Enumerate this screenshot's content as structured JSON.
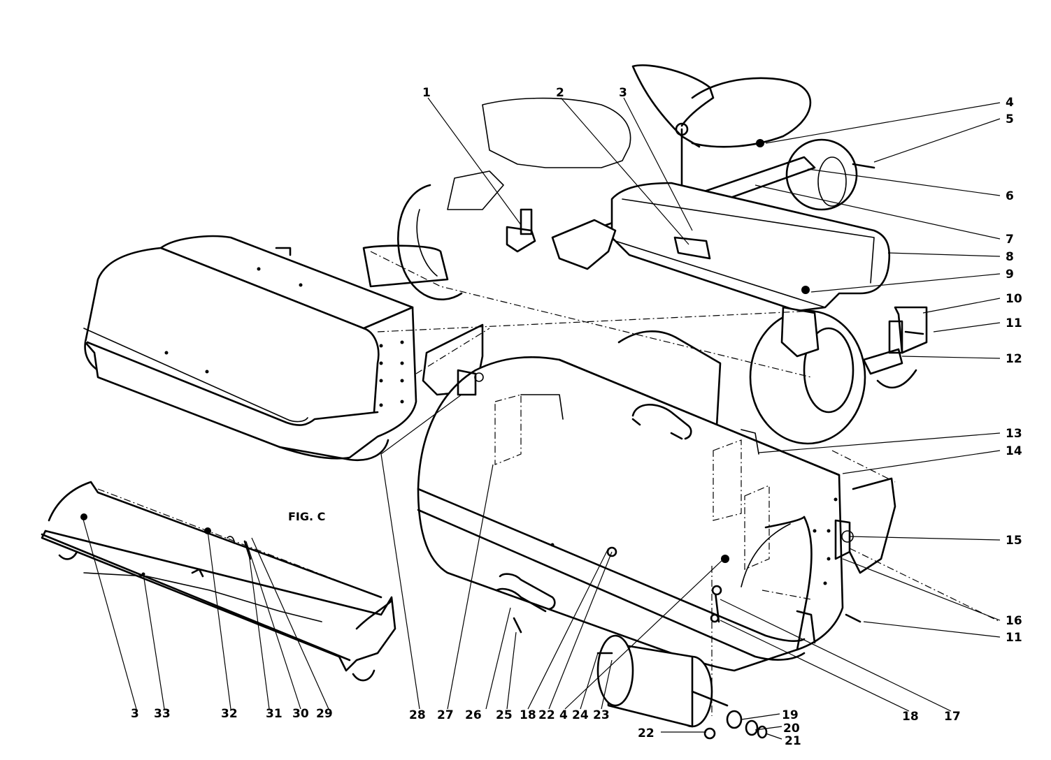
{
  "figure": {
    "title": "FIG. C"
  },
  "callouts": {
    "c1": "1",
    "c2": "2",
    "c3": "3",
    "c4": "4",
    "c5": "5",
    "c6": "6",
    "c7": "7",
    "c8": "8",
    "c9": "9",
    "c10": "10",
    "c11a": "11",
    "c12": "12",
    "c13": "13",
    "c14": "14",
    "c15": "15",
    "c16": "16",
    "c11b": "11",
    "c17": "17",
    "c18a": "18",
    "c19": "19",
    "c20": "20",
    "c21": "21",
    "c22a": "22",
    "c23": "23",
    "c24": "24",
    "c4b": "4",
    "c22b": "22",
    "c18b": "18",
    "c25": "25",
    "c26": "26",
    "c27": "27",
    "c28": "28",
    "c29": "29",
    "c30": "30",
    "c31": "31",
    "c32": "32",
    "c33": "33",
    "c3b": "3"
  },
  "colors": {
    "ink": "#000000",
    "paper": "#ffffff"
  }
}
